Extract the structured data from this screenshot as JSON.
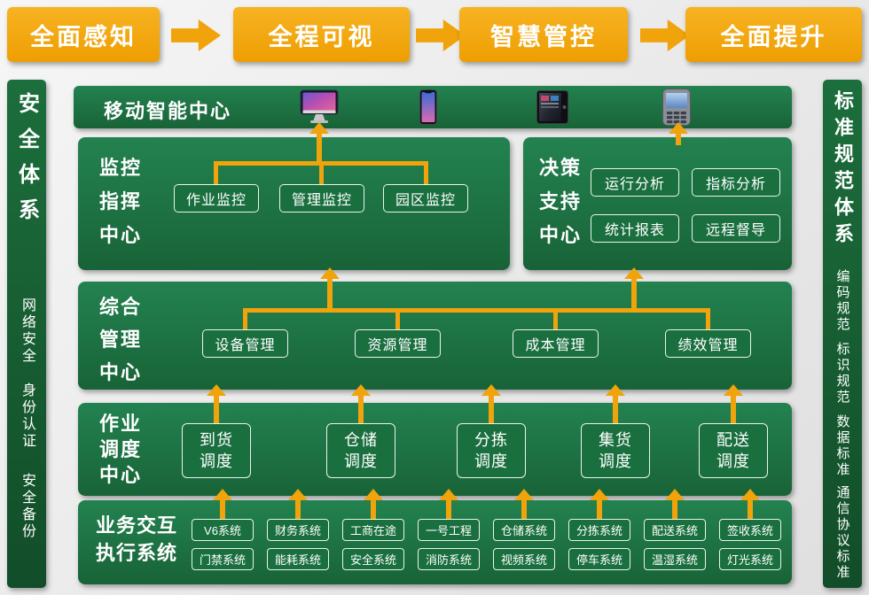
{
  "colors": {
    "banner_orange": "#F0A30A",
    "arrow_orange": "#F0A30A",
    "sidebar_green": "#156034",
    "block_green": "#1E7A45",
    "inner_green": "#1A6F3F",
    "text_white": "#FFFFFF"
  },
  "top_flow": {
    "banners": [
      "全面感知",
      "全程可视",
      "智慧管控",
      "全面提升"
    ]
  },
  "left_sidebar": {
    "title": "安全体系",
    "items": [
      "网络安全",
      "身份认证",
      "安全备份"
    ]
  },
  "right_sidebar": {
    "title": "标准规范体系",
    "items": [
      "编码规范",
      "标识规范",
      "数据标准",
      "通信协议标准"
    ]
  },
  "mobile_center": {
    "title": "移动智能中心",
    "device_icons": [
      "desktop-monitor",
      "smartphone",
      "tablet",
      "pda-phone"
    ]
  },
  "monitoring_center": {
    "title_lines": [
      "监控",
      "指挥",
      "中心"
    ],
    "items": [
      "作业监控",
      "管理监控",
      "园区监控"
    ]
  },
  "decision_center": {
    "title_lines": [
      "决策",
      "支持",
      "中心"
    ],
    "items": [
      "运行分析",
      "指标分析",
      "统计报表",
      "远程督导"
    ]
  },
  "management_center": {
    "title_lines": [
      "综合",
      "管理",
      "中心"
    ],
    "items": [
      "设备管理",
      "资源管理",
      "成本管理",
      "绩效管理"
    ]
  },
  "dispatch_center": {
    "title_lines": [
      "作业",
      "调度",
      "中心"
    ],
    "items": [
      [
        "到货",
        "调度"
      ],
      [
        "仓储",
        "调度"
      ],
      [
        "分拣",
        "调度"
      ],
      [
        "集货",
        "调度"
      ],
      [
        "配送",
        "调度"
      ]
    ]
  },
  "execution_system": {
    "title_lines": [
      "业务交互",
      "执行系统"
    ],
    "row1": [
      "V6系统",
      "财务系统",
      "工商在途",
      "一号工程",
      "仓储系统",
      "分拣系统",
      "配送系统",
      "签收系统"
    ],
    "row2": [
      "门禁系统",
      "能耗系统",
      "安全系统",
      "消防系统",
      "视频系统",
      "停车系统",
      "温湿系统",
      "灯光系统"
    ]
  }
}
